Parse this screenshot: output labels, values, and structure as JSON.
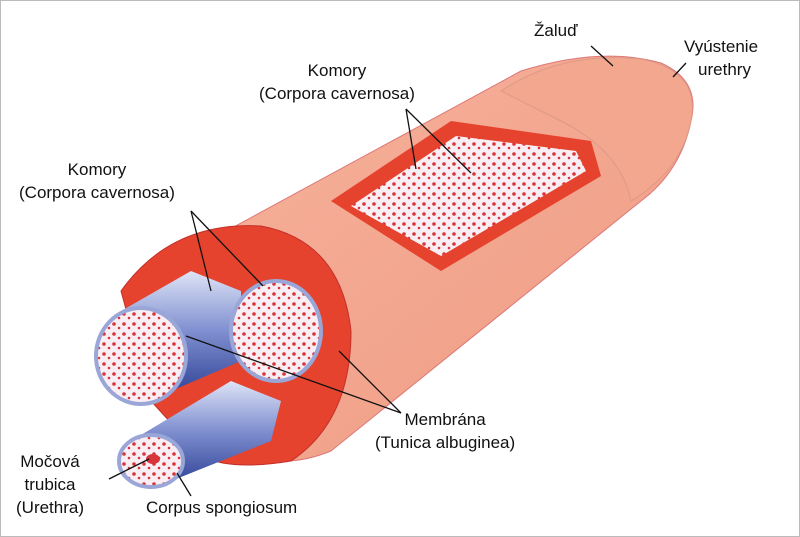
{
  "labels": {
    "glans": "Žaluď",
    "meatus_1": "Vyústenie",
    "meatus_2": "urethry",
    "top_chambers_1": "Komory",
    "top_chambers_2": "(Corpora cavernosa)",
    "left_chambers_1": "Komory",
    "left_chambers_2": "(Corpora cavernosa)",
    "membrane_1": "Membrána",
    "membrane_2": "(Tunica albuginea)",
    "urethra_1": "Močová",
    "urethra_2": "trubica",
    "urethra_3": "(Urethra)",
    "spongiosum": "Corpus spongiosum"
  },
  "colors": {
    "skin": "#f6a88f",
    "tissue": "#e8402c",
    "membrane": "#9aa6d8",
    "spongy": "#f7e6ee"
  }
}
